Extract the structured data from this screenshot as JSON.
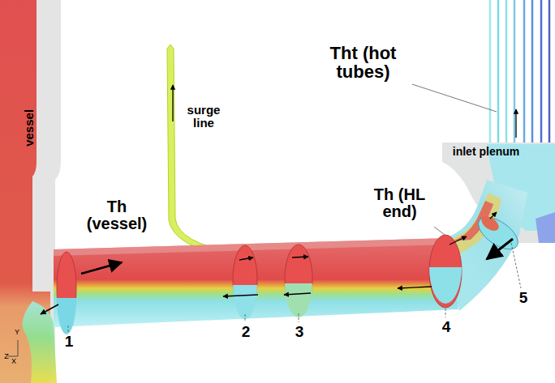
{
  "diagram": {
    "labels": [
      "vessel",
      "surge line",
      "Tht (hot tubes)",
      "inlet plenum",
      "Th (HL end)",
      "Th (vessel)",
      "1",
      "2",
      "3",
      "4",
      "5",
      "Y",
      "Z",
      "X"
    ]
  }
}
